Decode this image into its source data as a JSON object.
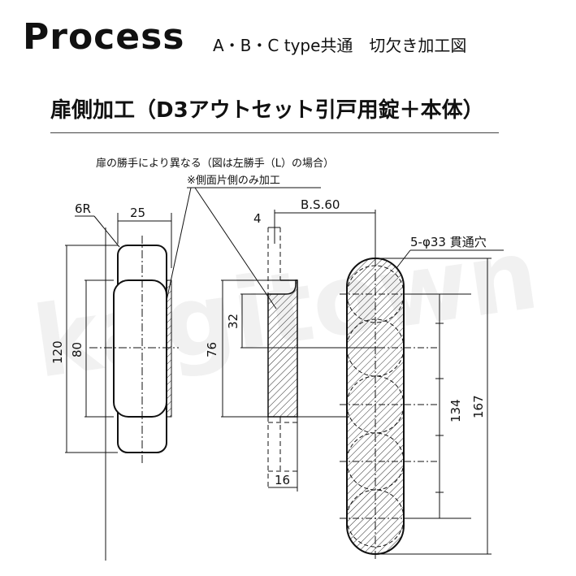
{
  "header": {
    "title": "Process",
    "subtitle": "A・B・C type共通　切欠き加工図"
  },
  "section": {
    "title": "扉側加工（D3アウトセット引戸用錠＋本体）"
  },
  "notes": {
    "door_hand": "扉の勝手により異なる（図は左勝手（L）の場合）",
    "side_only": "※側面片側のみ加工"
  },
  "dimensions": {
    "radius": "6R",
    "width": "25",
    "thickness": "4",
    "backset": "B.S.60",
    "holes": "5-φ33 貫通穴",
    "h120": "120",
    "h80": "80",
    "h32": "32",
    "h76": "76",
    "h16": "16",
    "h134": "134",
    "h167": "167"
  },
  "watermark": "kagitown"
}
